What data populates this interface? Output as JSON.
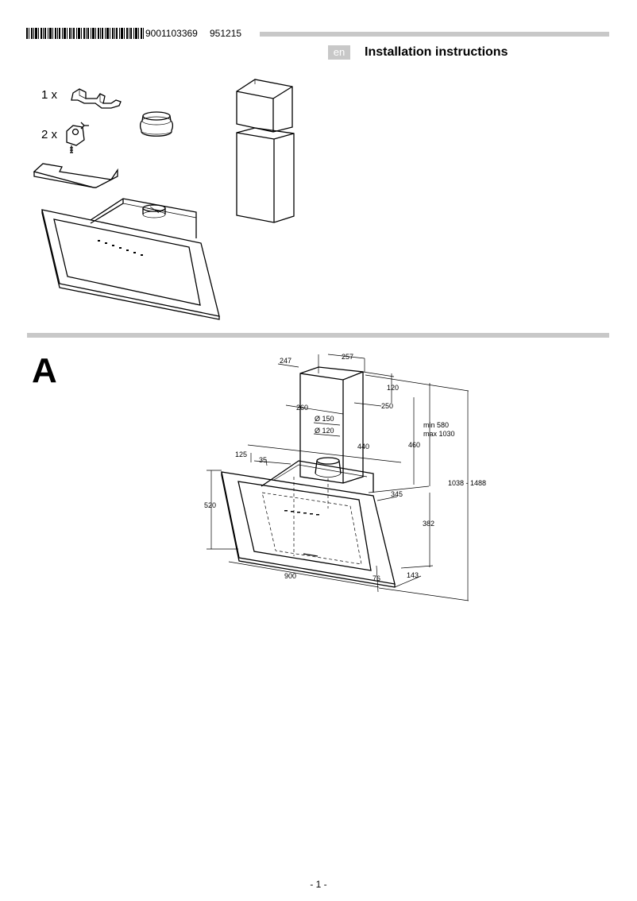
{
  "header": {
    "barcode_number": "9001103369",
    "code": "951215",
    "language": "en",
    "title": "Installation instructions"
  },
  "parts": {
    "bracket_qty": "1 x",
    "screw_qty": "2 x"
  },
  "section": {
    "letter": "A"
  },
  "dimensions": {
    "d247": "247",
    "d257": "257",
    "d120": "120",
    "d260": "260",
    "d250": "250",
    "d150": "Ø 150",
    "d120b": "Ø 120",
    "d125": "125",
    "d35": "35",
    "d440": "440",
    "d460": "460",
    "min": "min  580",
    "max": "max 1030",
    "total": "1038 - 1488",
    "d345": "345",
    "d520": "520",
    "d382": "382",
    "d900": "900",
    "d76": "76",
    "d143": "143"
  },
  "footer": {
    "page": "- 1 -"
  }
}
